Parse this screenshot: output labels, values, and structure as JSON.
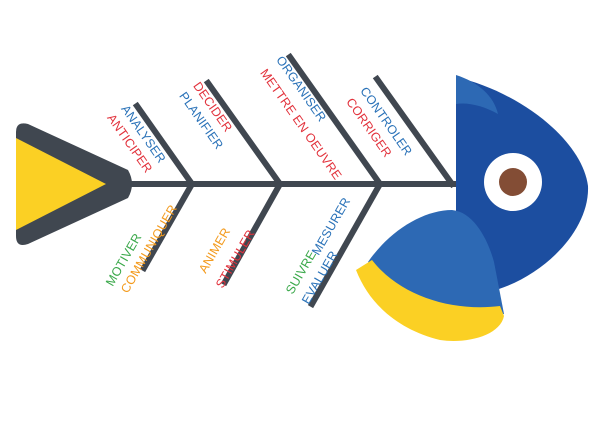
{
  "colors": {
    "bone": "#404750",
    "tail_yellow": "#fbd024",
    "head_blue_light": "#2d69b4",
    "head_blue_dark": "#1c4ea0",
    "eye_white": "#ffffff",
    "eye_pupil": "#834d35",
    "label_blue": "#2a72b8",
    "label_red": "#e2323c",
    "label_orange": "#f39a1c",
    "label_green": "#3aa84a"
  },
  "diagram": {
    "type": "fishbone",
    "upper_bones": [
      {
        "labels": [
          {
            "text": "ANALYSER",
            "color": "#2a72b8"
          },
          {
            "text": "ANTICIPER",
            "color": "#e2323c"
          }
        ]
      },
      {
        "labels": [
          {
            "text": "DECIDER",
            "color": "#e2323c"
          },
          {
            "text": "PLANIFIER",
            "color": "#2a72b8"
          }
        ]
      },
      {
        "labels": [
          {
            "text": "ORGANISER",
            "color": "#2a72b8"
          },
          {
            "text": "METTRE EN OEUVRE",
            "color": "#e2323c"
          }
        ]
      },
      {
        "labels": [
          {
            "text": "CONTROLER",
            "color": "#2a72b8"
          },
          {
            "text": "CORRIGER",
            "color": "#e2323c"
          }
        ]
      }
    ],
    "lower_bones": [
      {
        "labels": [
          {
            "text": "COMMUNIQUER",
            "color": "#f39a1c"
          },
          {
            "text": "MOTIVER",
            "color": "#3aa84a"
          }
        ]
      },
      {
        "labels": [
          {
            "text": "ANIMER",
            "color": "#f39a1c"
          },
          {
            "text": "STIMULER",
            "color": "#e2323c"
          }
        ]
      },
      {
        "labels": [
          {
            "text": "MESURER",
            "color": "#2a72b8"
          },
          {
            "text": "SUIVRE",
            "color": "#3aa84a"
          },
          {
            "text": "EVALUER",
            "color": "#2a72b8"
          }
        ]
      }
    ]
  }
}
